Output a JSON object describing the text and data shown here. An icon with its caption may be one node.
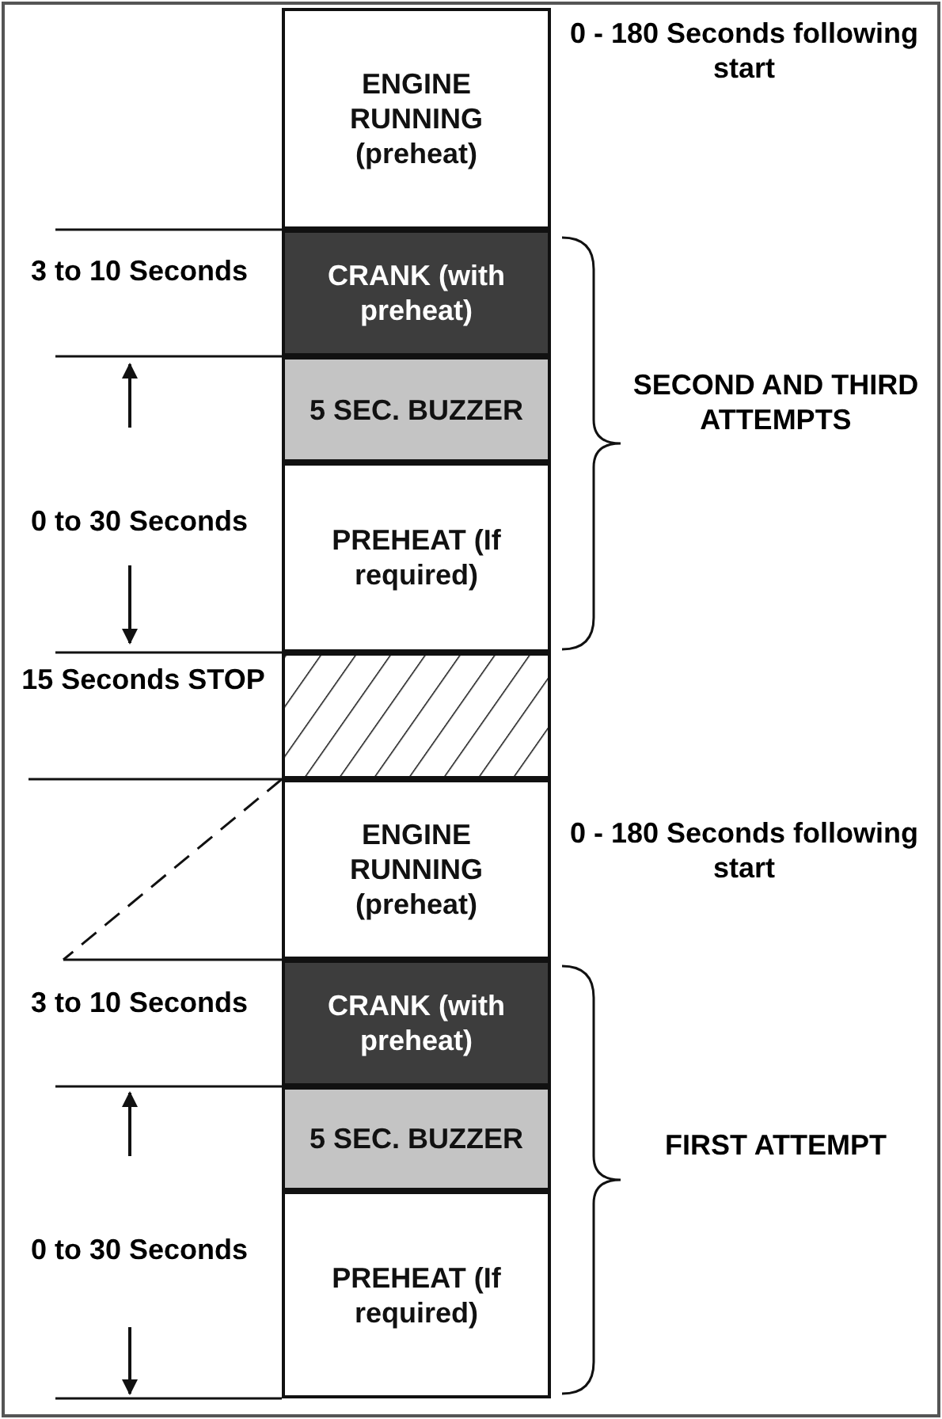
{
  "diagram": {
    "nodes": [
      {
        "text": [
          "ENGINE RUNNING (preheat)"
        ],
        "beside": [
          "0 - 180 Seconds following start"
        ]
      },
      {
        "text": [
          "CRANK (with preheat)"
        ]
      },
      {
        "text": [
          "5 SEC. BUZZER"
        ]
      },
      {
        "text": [
          "PREHEAT (If required)"
        ]
      },
      {
        "text": [],
        "shape": "box"
      },
      {
        "text": [
          "ENGINE RUNNING (preheat)"
        ],
        "beside": [
          "0 - 180 Seconds following start"
        ]
      },
      {
        "text": [
          "CRANK (with preheat)"
        ]
      },
      {
        "text": [
          "5 SEC. BUZZER"
        ]
      },
      {
        "text": [
          "PREHEAT (If required)"
        ]
      }
    ],
    "edges": [],
    "labels": [
      "3 to 10 Seconds",
      "SECOND AND THIRD ATTEMPTS",
      "0 to 30 Seconds",
      "15 Seconds STOP",
      "3 to 10 Seconds",
      "FIRST ATTEMPT",
      "0 to 30 Seconds"
    ]
  }
}
